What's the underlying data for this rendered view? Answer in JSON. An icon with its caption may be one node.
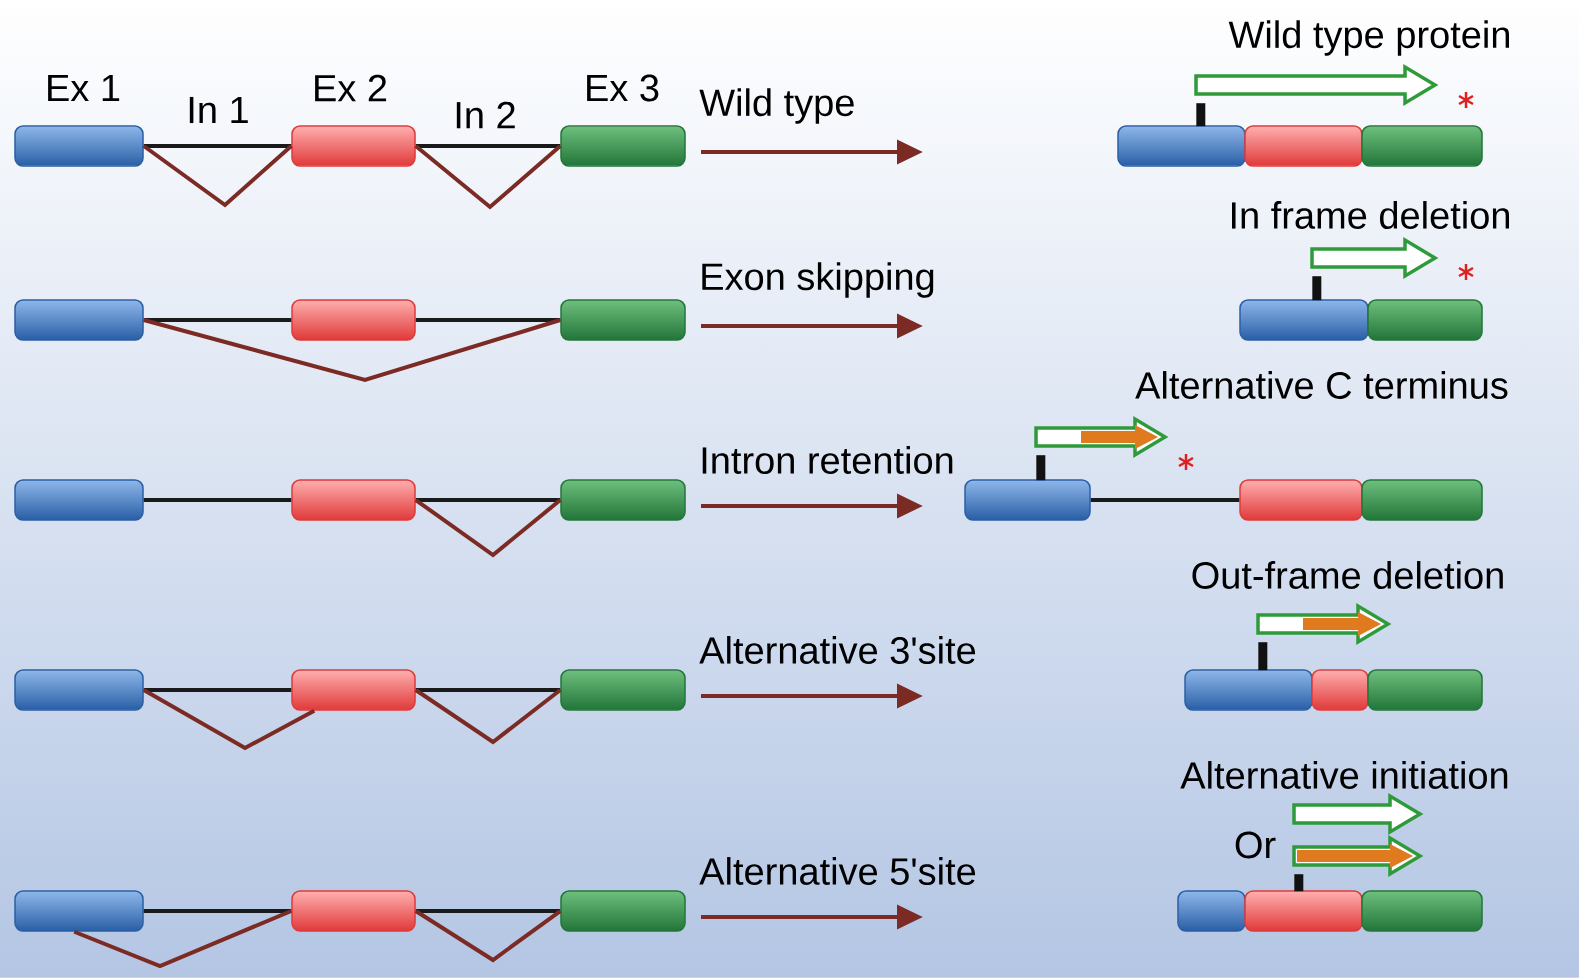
{
  "diagram": {
    "nodes": [
      {
        "text": [],
        "shape": "cylinder",
        "beside": [
          "Ex 1"
        ]
      },
      {
        "text": [],
        "shape": "cylinder",
        "beside": [
          "Ex 2"
        ]
      },
      {
        "text": [],
        "shape": "cylinder",
        "beside": [
          "Ex 3"
        ]
      },
      {
        "text": [],
        "shape": "cylinder"
      },
      {
        "text": [],
        "shape": "cylinder"
      },
      {
        "text": [],
        "shape": "cylinder"
      },
      {
        "text": [],
        "shape": "cylinder"
      },
      {
        "text": [],
        "shape": "cylinder"
      },
      {
        "text": [],
        "shape": "cylinder"
      },
      {
        "text": [],
        "shape": "cylinder"
      },
      {
        "text": [],
        "shape": "cylinder"
      },
      {
        "text": [],
        "shape": "cylinder"
      },
      {
        "text": [],
        "shape": "cylinder"
      },
      {
        "text": [],
        "shape": "cylinder"
      },
      {
        "text": [],
        "shape": "cylinder"
      },
      {
        "text": [],
        "shape": "cylinder"
      },
      {
        "text": [],
        "shape": "cylinder"
      },
      {
        "text": [],
        "shape": "cylinder"
      },
      {
        "text": [],
        "shape": "cylinder"
      },
      {
        "text": [],
        "shape": "cylinder"
      },
      {
        "text": [],
        "shape": "cylinder"
      },
      {
        "text": [],
        "shape": "cylinder"
      },
      {
        "text": [],
        "shape": "cylinder"
      },
      {
        "text": [],
        "shape": "cylinder"
      },
      {
        "text": [],
        "shape": "cylinder"
      },
      {
        "text": [],
        "shape": "cylinder"
      },
      {
        "text": [],
        "shape": "cylinder"
      },
      {
        "text": [],
        "shape": "cylinder"
      },
      {
        "text": [],
        "shape": "cylinder"
      },
      {
        "text": [],
        "shape": "arrow"
      },
      {
        "text": [],
        "shape": "arrow"
      },
      {
        "text": [],
        "shape": "arrow"
      },
      {
        "text": [],
        "shape": "arrow"
      },
      {
        "text": [],
        "shape": "arrow"
      },
      {
        "text": [],
        "shape": "arrow"
      }
    ],
    "edges": [
      {
        "from": 2,
        "to": null,
        "arrow": "to",
        "label": "Wild type"
      },
      {
        "from": 8,
        "to": null,
        "arrow": "to",
        "label": "Exon skipping"
      },
      {
        "from": 13,
        "to": null,
        "arrow": "to",
        "label": "Intron retention"
      },
      {
        "from": 19,
        "to": null,
        "arrow": "to",
        "label": "Alternative 3'site"
      },
      {
        "from": 25,
        "to": null,
        "arrow": "to",
        "label": "Alternative 5'site"
      },
      {
        "from": 0,
        "to": 1,
        "arrow": "none",
        "color": "#1a1a1a"
      },
      {
        "from": 1,
        "to": 2,
        "arrow": "none",
        "color": "#1a1a1a"
      },
      {
        "from": 6,
        "to": 7,
        "arrow": "none",
        "color": "#1a1a1a"
      },
      {
        "from": 7,
        "to": 8,
        "arrow": "none",
        "color": "#1a1a1a"
      },
      {
        "from": 11,
        "to": 12,
        "arrow": "none",
        "color": "#1a1a1a"
      },
      {
        "from": 12,
        "to": 13,
        "arrow": "none",
        "color": "#1a1a1a"
      },
      {
        "from": 17,
        "to": 18,
        "arrow": "none",
        "color": "#1a1a1a"
      },
      {
        "from": 18,
        "to": 19,
        "arrow": "none",
        "color": "#1a1a1a"
      },
      {
        "from": 23,
        "to": 24,
        "arrow": "none",
        "color": "#1a1a1a"
      },
      {
        "from": 24,
        "to": 25,
        "arrow": "none",
        "color": "#1a1a1a"
      },
      {
        "from": 14,
        "to": 15,
        "arrow": "none",
        "color": "#1a1a1a"
      },
      {
        "from": 0,
        "to": 1,
        "arrow": "none"
      },
      {
        "from": 1,
        "to": 2,
        "arrow": "none"
      },
      {
        "from": 6,
        "to": 8,
        "arrow": "none"
      },
      {
        "from": 12,
        "to": 13,
        "arrow": "none"
      },
      {
        "from": 17,
        "to": 18,
        "arrow": "none"
      },
      {
        "from": 18,
        "to": 19,
        "arrow": "none"
      },
      {
        "from": 23,
        "to": 24,
        "arrow": "none"
      },
      {
        "from": 24,
        "to": 25,
        "arrow": "none"
      },
      {
        "from": 3,
        "to": 29,
        "arrow": "none",
        "style": "thick",
        "color": "#111111"
      },
      {
        "from": 9,
        "to": 30,
        "arrow": "none",
        "style": "thick",
        "color": "#111111"
      },
      {
        "from": 14,
        "to": 31,
        "arrow": "none",
        "style": "thick",
        "color": "#111111"
      },
      {
        "from": 20,
        "to": 32,
        "arrow": "none",
        "style": "thick",
        "color": "#111111"
      },
      {
        "from": 27,
        "to": 34,
        "arrow": "none",
        "style": "thick",
        "color": "#111111"
      }
    ],
    "labels": [
      "In 1",
      "In 2",
      "Wild type protein",
      "In frame deletion",
      "Alternative C terminus",
      "Out-frame deletion",
      "Alternative initiation",
      "Or"
    ]
  }
}
